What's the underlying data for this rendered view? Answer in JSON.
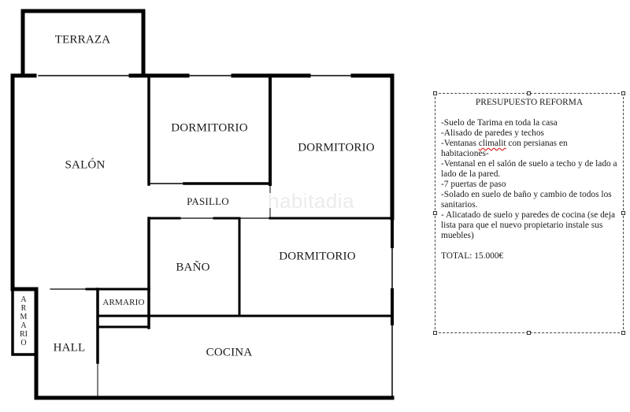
{
  "floor_plan": {
    "rooms": {
      "terraza": "TERRAZA",
      "salon": "SALÓN",
      "dormitorio_1": "DORMITORIO",
      "dormitorio_2": "DORMITORIO",
      "pasillo": "PASILLO",
      "bano": "BAÑO",
      "dormitorio_3": "DORMITORIO",
      "armario_vertical": [
        "A",
        "R",
        "M",
        "A",
        "RI",
        "O"
      ],
      "armario": "ARMARIO",
      "hall": "HALL",
      "cocina": "COCINA"
    },
    "watermark": "habitadia",
    "wall_color": "#000000"
  },
  "budget_box": {
    "title": "PRESUPUESTO REFORMA",
    "lines": [
      "-Suelo de Tarima en toda la casa",
      "-Alisado de paredes y techos",
      "-Ventanas ",
      "climalit",
      " con persianas en habitaciones-",
      "-Ventanal en el salón de suelo a techo y de lado a lado de la pared.",
      "-7 puertas de paso",
      "-Solado en suelo de baño y cambio de todos los sanitarios.",
      "- Alicatado de suelo y paredes de cocina (se deja lista para que el nuevo propietario instale sus muebles)"
    ],
    "total": "TOTAL: 15.000€"
  }
}
